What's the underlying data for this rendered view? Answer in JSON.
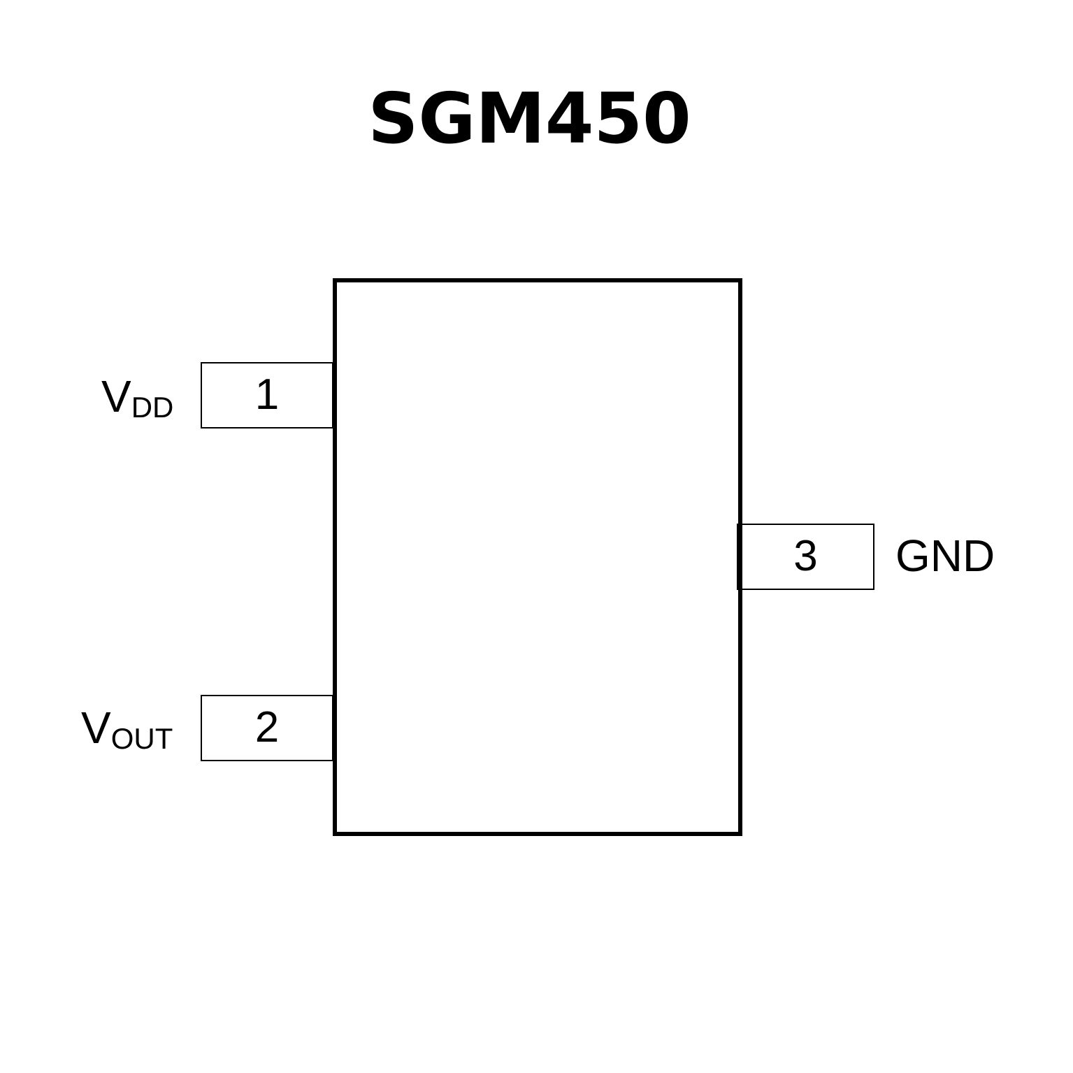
{
  "title": "SGM450",
  "pins": [
    {
      "number": "1",
      "name": "V",
      "sub": "DD"
    },
    {
      "number": "2",
      "name": "V",
      "sub": "OUT"
    },
    {
      "number": "3",
      "name": "GND"
    }
  ]
}
